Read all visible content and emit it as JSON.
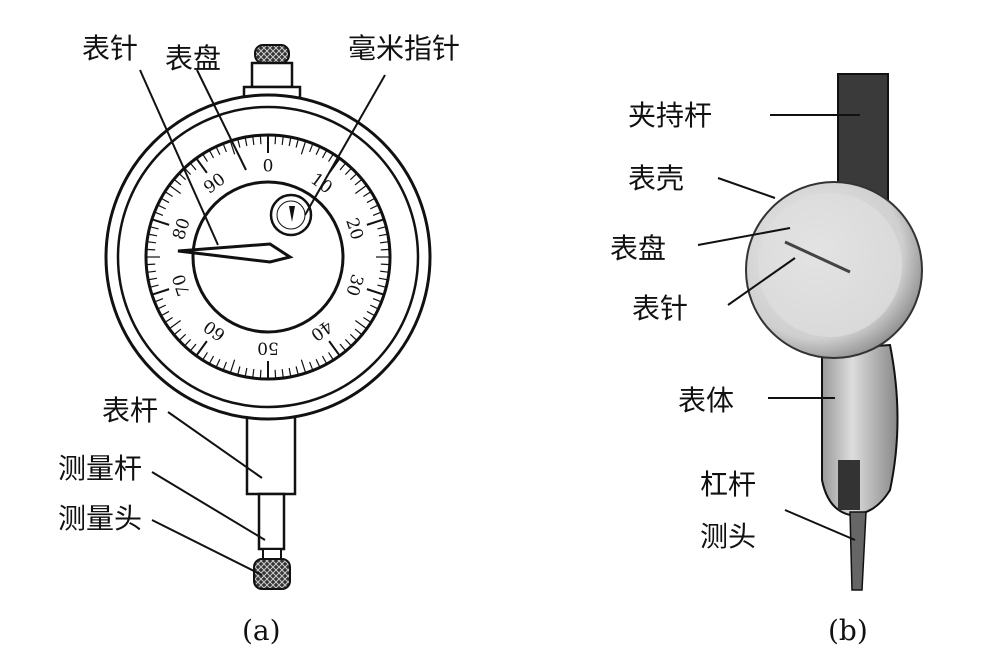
{
  "figure_a": {
    "labels": {
      "pointer": "表针",
      "dial": "表盘",
      "mm_pointer": "毫米指针",
      "stem": "表杆",
      "measuring_rod": "测量杆",
      "measuring_head": "测量头"
    },
    "dial_numbers": [
      "0",
      "10",
      "20",
      "30",
      "40",
      "50",
      "60",
      "70",
      "80",
      "90"
    ],
    "caption": "(a)"
  },
  "figure_b": {
    "labels": {
      "clamp_rod": "夹持杆",
      "case": "表壳",
      "dial": "表盘",
      "pointer": "表针",
      "body": "表体",
      "lever": "杠杆",
      "probe": "测头"
    },
    "caption": "(b)"
  }
}
